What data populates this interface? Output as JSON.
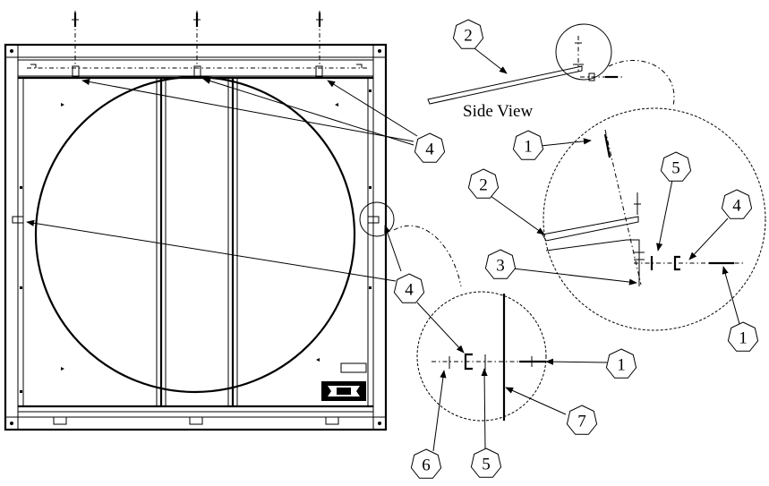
{
  "labels": {
    "side_view": "Side View"
  },
  "callouts": [
    {
      "id": "c2-top",
      "number": "2"
    },
    {
      "id": "c4-top",
      "number": "4"
    },
    {
      "id": "c1-upper",
      "number": "1"
    },
    {
      "id": "c2-mid",
      "number": "2"
    },
    {
      "id": "c5-upper",
      "number": "5"
    },
    {
      "id": "c4-right",
      "number": "4"
    },
    {
      "id": "c3",
      "number": "3"
    },
    {
      "id": "c1-right",
      "number": "1"
    },
    {
      "id": "c4-mid",
      "number": "4"
    },
    {
      "id": "c1-lower",
      "number": "1"
    },
    {
      "id": "c7",
      "number": "7"
    },
    {
      "id": "c6",
      "number": "6"
    },
    {
      "id": "c5-lower",
      "number": "5"
    }
  ]
}
